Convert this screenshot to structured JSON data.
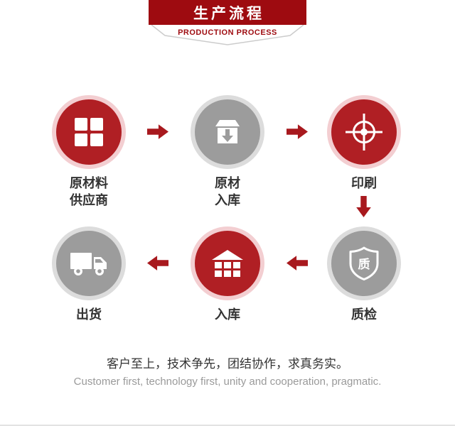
{
  "header": {
    "title": "生产流程",
    "subtitle": "PRODUCTION PROCESS"
  },
  "steps": [
    {
      "id": "raw-material-supplier",
      "label_lines": [
        "原材料",
        "供应商"
      ],
      "color": "red",
      "icon": "grid-blocks-icon"
    },
    {
      "id": "raw-material-inbound",
      "label_lines": [
        "原材",
        "入库"
      ],
      "color": "gray",
      "icon": "box-inbound-icon"
    },
    {
      "id": "printing",
      "label_lines": [
        "印刷"
      ],
      "color": "red",
      "icon": "registration-target-icon"
    },
    {
      "id": "quality-inspection",
      "label_lines": [
        "质检"
      ],
      "color": "gray",
      "icon": "shield-icon",
      "shield_char": "质"
    },
    {
      "id": "warehousing",
      "label_lines": [
        "入库"
      ],
      "color": "red",
      "icon": "warehouse-icon"
    },
    {
      "id": "shipping",
      "label_lines": [
        "出货"
      ],
      "color": "gray",
      "icon": "truck-icon"
    }
  ],
  "footer": {
    "slogan_zh": "客户至上，技术争先，团结协作，求真务实。",
    "slogan_en": "Customer first, technology first, unity and cooperation, pragmatic."
  },
  "colors": {
    "banner_red": "#9e0b10",
    "circle_red": "#b01f24",
    "ring_pink": "#f3ced1",
    "circle_gray": "#9c9c9c",
    "ring_gray": "#dcdcdc",
    "arrow_red": "#a8191e",
    "text_dark": "#333333",
    "text_muted": "#9a9a9a",
    "ribbon_border": "#cccccc"
  }
}
